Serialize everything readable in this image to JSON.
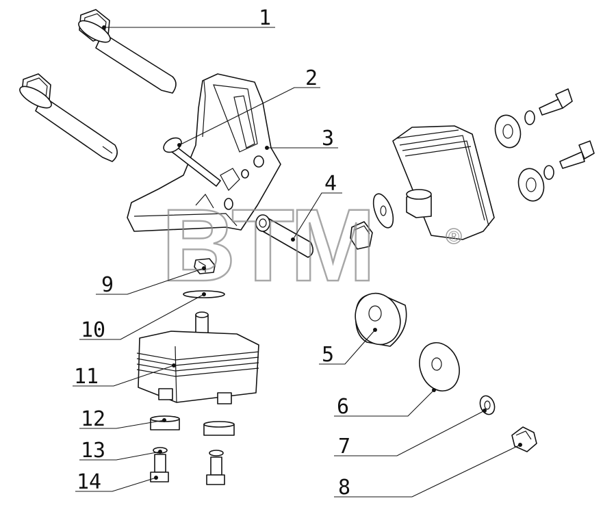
{
  "callouts": [
    {
      "label": "1"
    },
    {
      "label": "2"
    },
    {
      "label": "3"
    },
    {
      "label": "4"
    },
    {
      "label": "5"
    },
    {
      "label": "6"
    },
    {
      "label": "7"
    },
    {
      "label": "8"
    },
    {
      "label": "9"
    },
    {
      "label": "10"
    },
    {
      "label": "11"
    },
    {
      "label": "12"
    },
    {
      "label": "13"
    },
    {
      "label": "14"
    }
  ],
  "watermark": {
    "text": "BTM",
    "registered": "®",
    "color": "#8a8a8a"
  }
}
